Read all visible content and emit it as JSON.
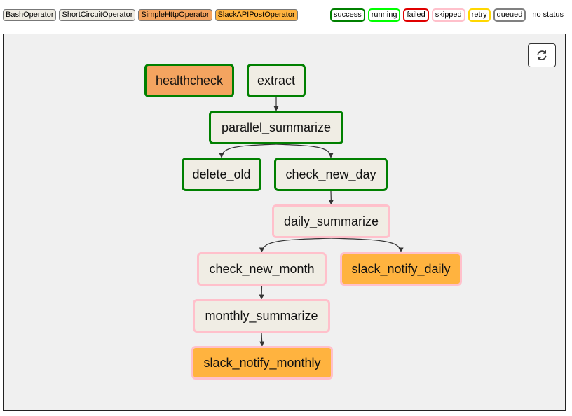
{
  "operator_legend": [
    {
      "label": "BashOperator",
      "color": "#f0ede4"
    },
    {
      "label": "ShortCircuitOperator",
      "color": "#f0ede4"
    },
    {
      "label": "SimpleHttpOperator",
      "color": "#f4a460"
    },
    {
      "label": "SlackAPIPostOperator",
      "color": "#ffb33f"
    }
  ],
  "state_legend": [
    {
      "label": "success",
      "color": "#008000"
    },
    {
      "label": "running",
      "color": "#00ff00"
    },
    {
      "label": "failed",
      "color": "#e00000"
    },
    {
      "label": "skipped",
      "color": "#ffc0cb"
    },
    {
      "label": "retry",
      "color": "#ffd700"
    },
    {
      "label": "queued",
      "color": "#808080"
    }
  ],
  "no_status_label": "no status",
  "refresh_icon": "refresh-icon",
  "nodes": [
    {
      "id": "healthcheck",
      "label": "healthcheck",
      "operator": "SimpleHttpOperator",
      "state": "success"
    },
    {
      "id": "extract",
      "label": "extract",
      "operator": "BashOperator",
      "state": "success"
    },
    {
      "id": "parallel_summarize",
      "label": "parallel_summarize",
      "operator": "BashOperator",
      "state": "success"
    },
    {
      "id": "delete_old",
      "label": "delete_old",
      "operator": "BashOperator",
      "state": "success"
    },
    {
      "id": "check_new_day",
      "label": "check_new_day",
      "operator": "ShortCircuitOperator",
      "state": "success"
    },
    {
      "id": "daily_summarize",
      "label": "daily_summarize",
      "operator": "BashOperator",
      "state": "skipped"
    },
    {
      "id": "check_new_month",
      "label": "check_new_month",
      "operator": "ShortCircuitOperator",
      "state": "skipped"
    },
    {
      "id": "slack_notify_daily",
      "label": "slack_notify_daily",
      "operator": "SlackAPIPostOperator",
      "state": "skipped"
    },
    {
      "id": "monthly_summarize",
      "label": "monthly_summarize",
      "operator": "BashOperator",
      "state": "skipped"
    },
    {
      "id": "slack_notify_monthly",
      "label": "slack_notify_monthly",
      "operator": "SlackAPIPostOperator",
      "state": "skipped"
    }
  ],
  "edges": [
    {
      "from": "extract",
      "to": "parallel_summarize"
    },
    {
      "from": "parallel_summarize",
      "to": "delete_old"
    },
    {
      "from": "parallel_summarize",
      "to": "check_new_day"
    },
    {
      "from": "check_new_day",
      "to": "daily_summarize"
    },
    {
      "from": "daily_summarize",
      "to": "check_new_month"
    },
    {
      "from": "daily_summarize",
      "to": "slack_notify_daily"
    },
    {
      "from": "check_new_month",
      "to": "monthly_summarize"
    },
    {
      "from": "monthly_summarize",
      "to": "slack_notify_monthly"
    }
  ]
}
